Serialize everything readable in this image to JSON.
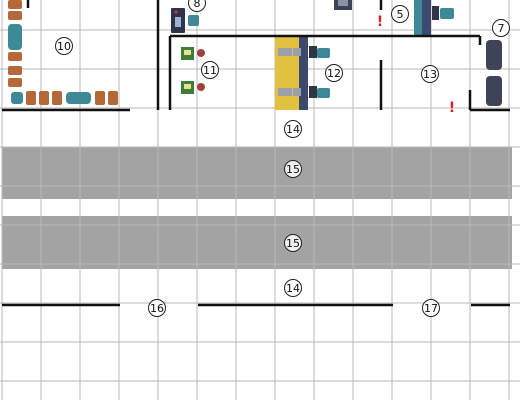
{
  "map": {
    "zones": [
      {
        "id": "z5",
        "label": "5"
      },
      {
        "id": "z7",
        "label": "7"
      },
      {
        "id": "z8",
        "label": "8"
      },
      {
        "id": "z10",
        "label": "10"
      },
      {
        "id": "z11",
        "label": "11"
      },
      {
        "id": "z12",
        "label": "12"
      },
      {
        "id": "z13",
        "label": "13"
      },
      {
        "id": "z14a",
        "label": "14"
      },
      {
        "id": "z15a",
        "label": "15"
      },
      {
        "id": "z15b",
        "label": "15"
      },
      {
        "id": "z14b",
        "label": "14"
      },
      {
        "id": "z16",
        "label": "16"
      },
      {
        "id": "z17",
        "label": "17"
      }
    ],
    "alerts": [
      {
        "id": "alert-1",
        "symbol": "!"
      },
      {
        "id": "alert-2",
        "symbol": "!"
      }
    ],
    "colors": {
      "grid": "#b8b8b8",
      "road": "#a3a3a3",
      "wall": "#111111",
      "chair_brown": "#b5683a",
      "seat_teal": "#3d8a96",
      "counter_yellow": "#e2c040",
      "panel_navy": "#3d4a6e",
      "sofa_slate": "#3e4358",
      "alert_red": "#e02020"
    }
  }
}
